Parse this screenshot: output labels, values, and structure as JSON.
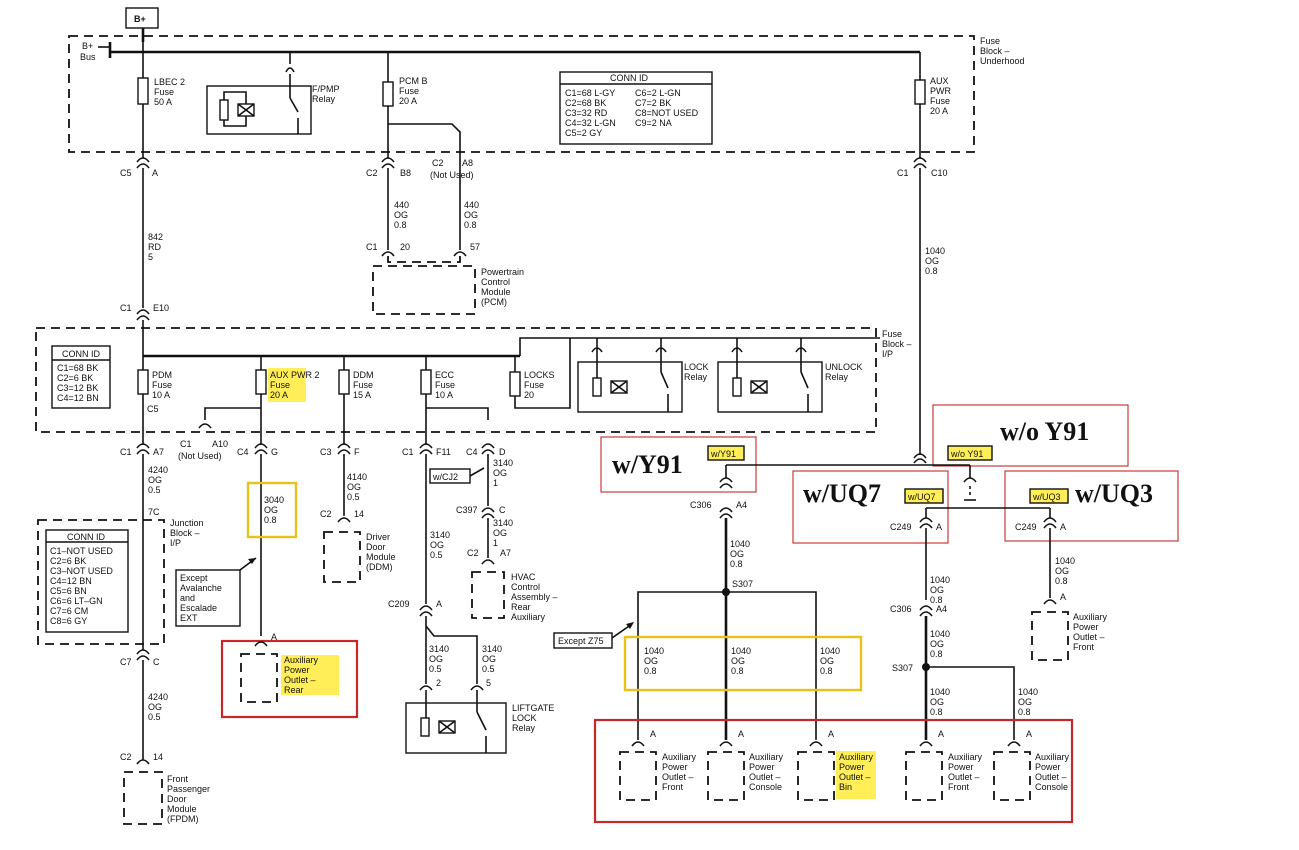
{
  "top": {
    "bplus": "B+",
    "bplus_bus_1": "B+",
    "bplus_bus_2": "Bus"
  },
  "underhood": {
    "label": [
      "Fuse",
      "Block –",
      "Underhood"
    ],
    "lbec": [
      "LBEC 2",
      "Fuse",
      "50 A"
    ],
    "fpmp": [
      "F/PMP",
      "Relay"
    ],
    "pcmb": [
      "PCM B",
      "Fuse",
      "20 A"
    ],
    "aux": [
      "AUX",
      "PWR",
      "Fuse",
      "20 A"
    ],
    "conn_title": "CONN ID",
    "conn_left": [
      "C1=68 L-GY",
      "C2=68 BK",
      "C3=32 RD",
      "C4=32 L-GN",
      "C5=2 GY"
    ],
    "conn_right": [
      "C6=2 L-GN",
      "C7=2 BK",
      "C8=NOT USED",
      "C9=2 NA"
    ]
  },
  "left_branch": {
    "c5": "C5",
    "a": "A",
    "wire": [
      "842",
      "RD",
      "5"
    ],
    "c1": "C1",
    "e10": "E10"
  },
  "pcm_branch": {
    "c2": "C2",
    "b8": "B8",
    "c2b": "C2",
    "a8": "A8",
    "not_used": "(Not Used)",
    "w1": [
      "440",
      "OG",
      "0.8"
    ],
    "w2": [
      "440",
      "OG",
      "0.8"
    ],
    "c1": "C1",
    "p20": "20",
    "p57": "57",
    "pcm": [
      "Powertrain",
      "Control",
      "Module",
      "(PCM)"
    ]
  },
  "aux_branch": {
    "c1": "C1",
    "c10": "C10",
    "wire": [
      "1040",
      "OG",
      "0.8"
    ]
  },
  "ip": {
    "label": [
      "Fuse",
      "Block –",
      "I/P"
    ],
    "conn_title": "CONN ID",
    "conn": [
      "C1=68 BK",
      "C2=6 BK",
      "C3=12 BK",
      "C4=12 BN"
    ],
    "pdm": [
      "PDM",
      "Fuse",
      "10 A"
    ],
    "c5": "C5",
    "auxpwr2": [
      "AUX PWR 2",
      "Fuse",
      "20 A"
    ],
    "ddm": [
      "DDM",
      "Fuse",
      "15 A"
    ],
    "ecc": [
      "ECC",
      "Fuse",
      "10 A"
    ],
    "locks": [
      "LOCKS",
      "Fuse",
      "20"
    ],
    "lock_relay": [
      "LOCK",
      "Relay"
    ],
    "unlock_relay": [
      "UNLOCK",
      "Relay"
    ]
  },
  "below_ip": {
    "c1a7": [
      "C1",
      "A7"
    ],
    "c1a10": [
      "C1",
      "A10",
      "(Not Used)"
    ],
    "c4g": [
      "C4",
      "G"
    ],
    "c3f": [
      "C3",
      "F"
    ],
    "c1f11": [
      "C1",
      "F11"
    ],
    "c4d": [
      "C4",
      "D"
    ],
    "w4240": [
      "4240",
      "OG",
      "0.5"
    ],
    "w7c": "7C",
    "junction": [
      "Junction",
      "Block –",
      "I/P"
    ],
    "jb_conn_title": "CONN ID",
    "jb_conn": [
      "C1–NOT USED",
      "C2=6 BK",
      "C3–NOT USED",
      "C4=12 BN",
      "C5=6 BN",
      "C6=6 LT–GN",
      "C7=6 CM",
      "C8=6 GY"
    ],
    "c7c": [
      "C7",
      "C"
    ],
    "w4240b": [
      "4240",
      "OG",
      "0.5"
    ],
    "c2_14": [
      "C2",
      "14"
    ],
    "fpdm": [
      "Front",
      "Passenger",
      "Door",
      "Module",
      "(FPDM)"
    ],
    "w3040": [
      "3040",
      "OG",
      "0.8"
    ],
    "except_av": [
      "Except",
      "Avalanche",
      "and",
      "Escalade",
      "EXT"
    ],
    "apo_rear_a": "A",
    "apo_rear": [
      "Auxiliary",
      "Power",
      "Outlet –",
      "Rear"
    ],
    "w4140": [
      "4140",
      "OG",
      "0.5"
    ],
    "c2_14b": [
      "C2",
      "14"
    ],
    "ddm": [
      "Driver",
      "Door",
      "Module",
      "(DDM)"
    ],
    "w3140": [
      "3140",
      "OG",
      "0.5"
    ],
    "c209": [
      "C209",
      "A"
    ],
    "w3140b": [
      "3140",
      "OG",
      "0.5",
      "2"
    ],
    "w3140c": [
      "3140",
      "OG",
      "0.5",
      "5"
    ],
    "liftgate": [
      "LIFTGATE",
      "LOCK",
      "Relay"
    ],
    "wcj2": "w/CJ2",
    "w3140d": [
      "3140",
      "OG",
      "1"
    ],
    "c397": [
      "C397",
      "C"
    ],
    "w3140e": [
      "3140",
      "OG",
      "1"
    ],
    "c2a7": [
      "C2",
      "A7"
    ],
    "hvac": [
      "HVAC",
      "Control",
      "Assembly –",
      "Rear",
      "Auxiliary"
    ]
  },
  "right": {
    "wy91_big": "w/Y91",
    "wy91_tag": "w/Y91",
    "woy91_big": "w/o Y91",
    "woy91_tag": "w/o Y91",
    "wuq7_big": "w/UQ7",
    "wuq7_tag": "w/UQ7",
    "wuq3_big": "w/UQ3",
    "wuq3_tag": "w/UQ3",
    "c306a4": [
      "C306",
      "A4"
    ],
    "w1040a": [
      "1040",
      "OG",
      "0.8"
    ],
    "s307": "S307",
    "except_z75": "Except Z75",
    "w_a": [
      "1040",
      "OG",
      "0.8"
    ],
    "w_b": [
      "1040",
      "OG",
      "0.8"
    ],
    "w_c": [
      "1040",
      "OG",
      "0.8"
    ],
    "c249a": [
      "C249",
      "A"
    ],
    "c249b": [
      "C249",
      "A"
    ],
    "w1040r1": [
      "1040",
      "OG",
      "0.8"
    ],
    "c306a4b": [
      "C306",
      "A4"
    ],
    "w1040r2": [
      "1040",
      "OG",
      "0.8"
    ],
    "s307b": "S307",
    "w1040r3": [
      "1040",
      "OG",
      "0.8"
    ],
    "w1040r4": [
      "1040",
      "OG",
      "0.8"
    ],
    "w1040r5": [
      "1040",
      "OG",
      "0.8"
    ],
    "apo_front_right": [
      "Auxiliary",
      "Power",
      "Outlet –",
      "Front"
    ],
    "outlets": [
      [
        "Auxiliary",
        "Power",
        "Outlet –",
        "Front"
      ],
      [
        "Auxiliary",
        "Power",
        "Outlet –",
        "Console"
      ],
      [
        "Auxiliary",
        "Power",
        "Outlet –",
        "Bin"
      ],
      [
        "Auxiliary",
        "Power",
        "Outlet –",
        "Front"
      ],
      [
        "Auxiliary",
        "Power",
        "Outlet –",
        "Console"
      ]
    ],
    "pin_a": "A"
  }
}
